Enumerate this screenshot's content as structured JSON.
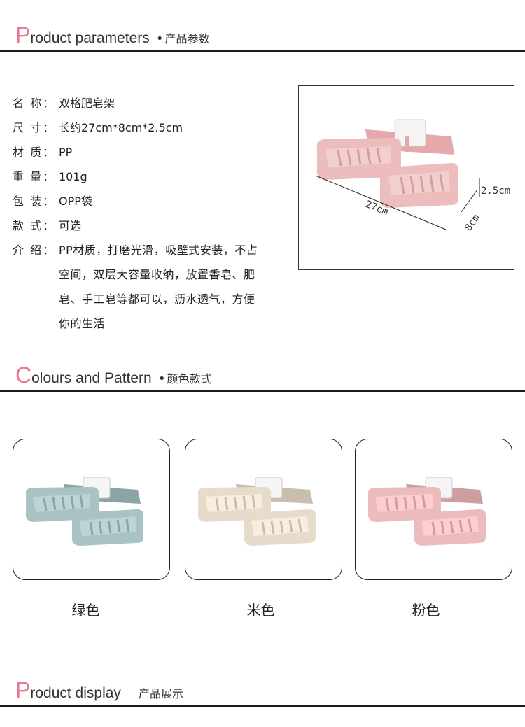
{
  "sections": {
    "parameters": {
      "initial": "P",
      "rest": "roduct parameters",
      "dot": "•",
      "cn": "产品参数"
    },
    "colours": {
      "initial": "C",
      "rest": "olours and Pattern",
      "dot": "•",
      "cn": "颜色款式"
    },
    "display": {
      "initial": "P",
      "rest": "roduct display",
      "cn": "产品展示"
    }
  },
  "params": [
    {
      "label": "名 称：",
      "value": "双格肥皂架"
    },
    {
      "label": "尺 寸：",
      "value": "长约27cm*8cm*2.5cm"
    },
    {
      "label": "材 质：",
      "value": "PP"
    },
    {
      "label": "重 量：",
      "value": "101g"
    },
    {
      "label": "包 装：",
      "value": "OPP袋"
    },
    {
      "label": "款 式：",
      "value": "可选"
    }
  ],
  "intro": {
    "label": "介 绍：",
    "value": "PP材质，打磨光滑，吸壁式安装，不占空间，双层大容量收纳，放置香皂、肥皂、手工皂等都可以，沥水透气，方便你的生活"
  },
  "dimensions": {
    "length": "27cm",
    "width": "8cm",
    "height": "2.5cm"
  },
  "colors": [
    {
      "name": "绿色",
      "hex": "#a9c3c4"
    },
    {
      "name": "米色",
      "hex": "#e7dccb"
    },
    {
      "name": "粉色",
      "hex": "#ecbcbc"
    }
  ]
}
